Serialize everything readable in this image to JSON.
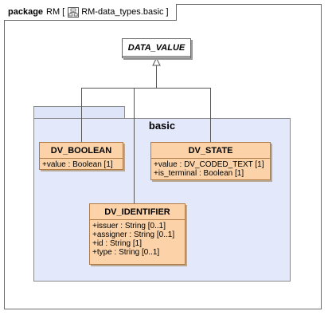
{
  "frame": {
    "keyword": "package",
    "model": "RM",
    "bracket_open": "[",
    "diagram_name": "RM-data_types.basic",
    "bracket_close": "]",
    "icon": "diagram-icon"
  },
  "package": {
    "name": "basic"
  },
  "classes": {
    "data_value": {
      "name": "DATA_VALUE",
      "abstract": true
    },
    "dv_boolean": {
      "name": "DV_BOOLEAN",
      "attributes": [
        "+value : Boolean [1]"
      ]
    },
    "dv_state": {
      "name": "DV_STATE",
      "attributes": [
        "+value : DV_CODED_TEXT [1]",
        "+is_terminal : Boolean [1]"
      ]
    },
    "dv_identifier": {
      "name": "DV_IDENTIFIER",
      "attributes": [
        "+issuer : String [0..1]",
        "+assigner : String [0..1]",
        "+id : String [1]",
        "+type : String [0..1]"
      ]
    }
  },
  "relations": [
    {
      "type": "generalization",
      "from": "DV_BOOLEAN",
      "to": "DATA_VALUE"
    },
    {
      "type": "generalization",
      "from": "DV_STATE",
      "to": "DATA_VALUE"
    },
    {
      "type": "generalization",
      "from": "DV_IDENTIFIER",
      "to": "DATA_VALUE"
    }
  ],
  "colors": {
    "class_fill": "#fcd3a8",
    "package_fill": "#e3e8fb",
    "abstract_fill": "#ffffff"
  }
}
